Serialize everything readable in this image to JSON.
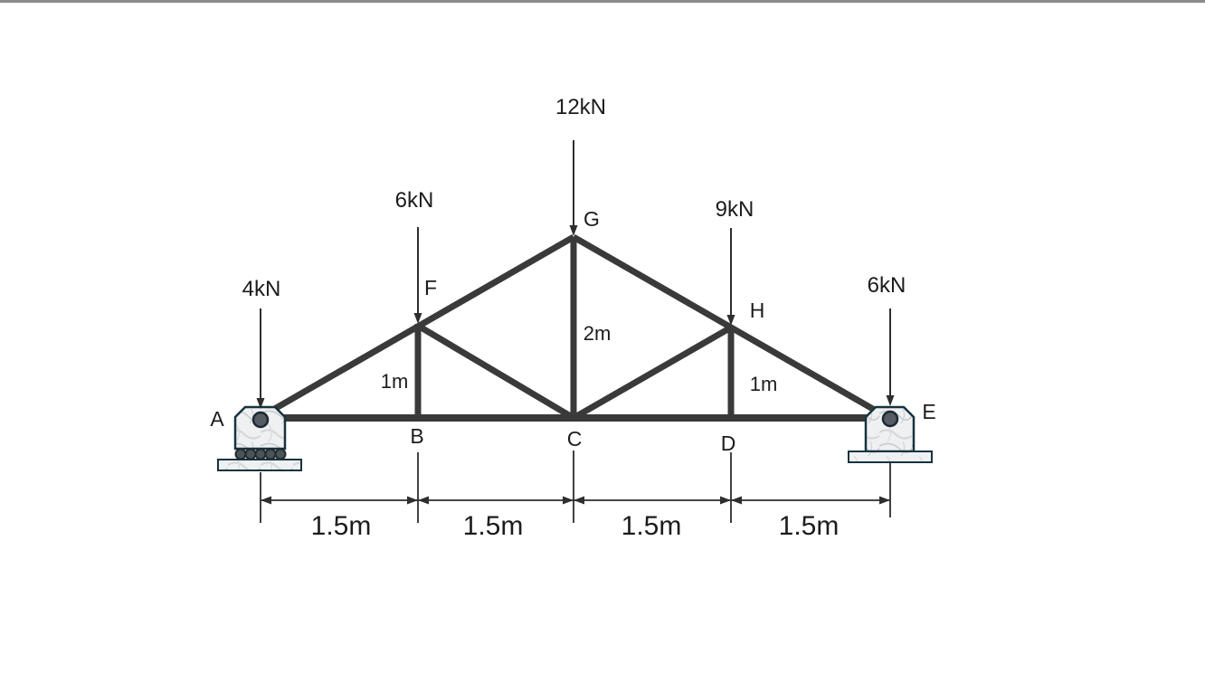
{
  "page": {
    "background": "#ffffff",
    "top_border_color": "#8a8a8a"
  },
  "diagram": {
    "type": "planar-truss-free-body-diagram",
    "colors": {
      "member": "#3a3a3a",
      "annotation": "#2e2e2e",
      "support_outline": "#16333f",
      "pin_fill": "#575c63",
      "roller_fill": "#4e5358"
    },
    "nodes": {
      "A": "A",
      "B": "B",
      "C": "C",
      "D": "D",
      "E": "E",
      "F": "F",
      "G": "G",
      "H": "H"
    },
    "loads": {
      "A": "4kN",
      "F": "6kN",
      "G": "12kN",
      "H": "9kN",
      "E": "6kN"
    },
    "heights": {
      "FB": "1m",
      "GC": "2m",
      "HD": "1m"
    },
    "spans": {
      "AB": "1.5m",
      "BC": "1.5m",
      "CD": "1.5m",
      "DE": "1.5m"
    },
    "supports": {
      "left": "roller-support",
      "right": "pin-support"
    }
  }
}
